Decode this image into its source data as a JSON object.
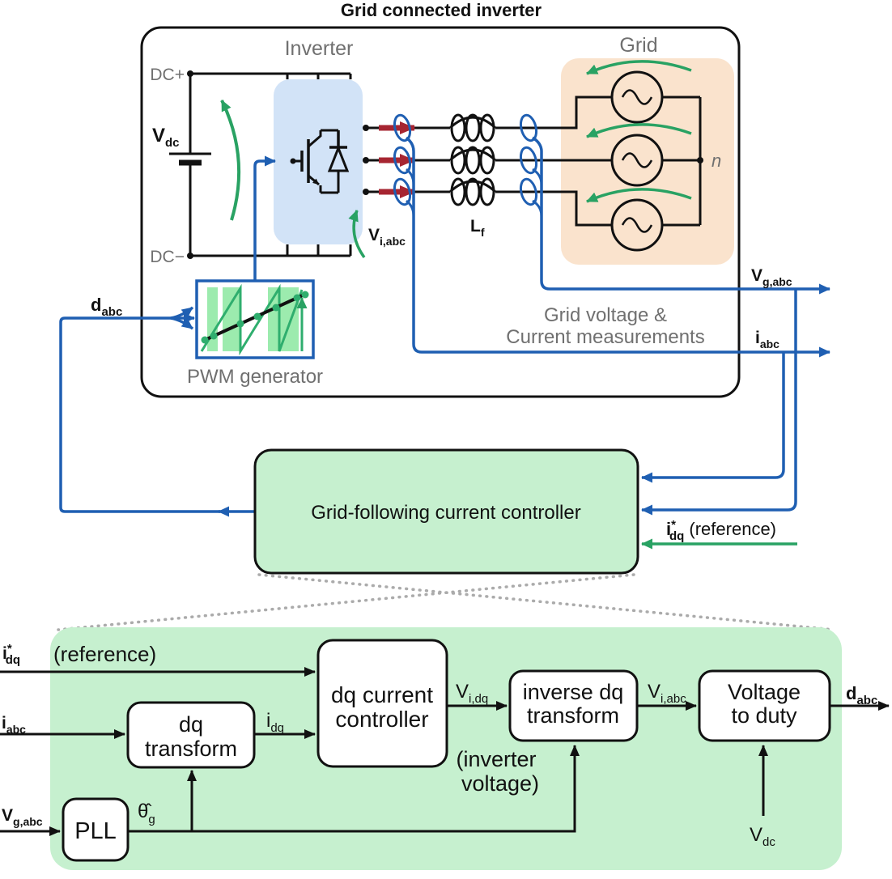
{
  "title": "Grid connected inverter",
  "colors": {
    "accent_blue": "#1f5fb2",
    "signal_green": "#29a263",
    "arrow_red": "#a62531",
    "panel_green": "#c6f0cf",
    "panel_blue": "#d2e3f7",
    "panel_orange": "#fae3cd",
    "pwm_bar_green": "#9cebae",
    "pwm_wave_green": "#2fae6e",
    "muted_gray": "#707070",
    "line_black": "#111111"
  },
  "top": {
    "inverter_label": "Inverter",
    "grid_label": "Grid",
    "dc_plus": "DC+",
    "dc_minus": "DC−",
    "vdc": {
      "base": "V",
      "sub": "dc"
    },
    "vi_abc": {
      "base": "V",
      "sub": "i,abc"
    },
    "lf": {
      "base": "L",
      "sub": "f"
    },
    "n_label": "n",
    "d_abc": {
      "base": "d",
      "sub": "abc"
    },
    "pwm_label": "PWM generator",
    "meas_line1": "Grid voltage &",
    "meas_line2": "Current measurements",
    "vg_abc": {
      "base": "V",
      "sub": "g,abc"
    },
    "i_abc": {
      "base": "i",
      "sub": "abc"
    }
  },
  "controller": {
    "label": "Grid-following current controller",
    "ref": {
      "base": "i",
      "sup": "*",
      "sub": "dq",
      "suffix": " (reference)"
    }
  },
  "detail": {
    "ref_in": {
      "base": "i",
      "sup": "*",
      "sub": "dq"
    },
    "ref_note": "(reference)",
    "i_abc_in": {
      "base": "i",
      "sub": "abc"
    },
    "vg_abc_in": {
      "base": "V",
      "sub": "g,abc"
    },
    "pll_label": "PLL",
    "theta": {
      "base": "θ̂",
      "sub": "g"
    },
    "dq_transform": {
      "line1": "dq",
      "line2": "transform"
    },
    "i_dq": {
      "base": "i",
      "sub": "dq"
    },
    "dq_controller": {
      "line1": "dq current",
      "line2": "controller"
    },
    "v_i_dq": {
      "base": "V",
      "sub": "i,dq"
    },
    "inverter_voltage": {
      "line1": "(inverter",
      "line2": "voltage)"
    },
    "inverse_dq": {
      "line1": "inverse dq",
      "line2": "transform"
    },
    "v_i_abc": {
      "base": "V",
      "sub": "i,abc"
    },
    "voltage_to_duty": {
      "line1": "Voltage",
      "line2": "to duty"
    },
    "d_abc_out": {
      "base": "d",
      "sub": "abc"
    },
    "v_dc_in": {
      "base": "V",
      "sub": "dc"
    }
  }
}
